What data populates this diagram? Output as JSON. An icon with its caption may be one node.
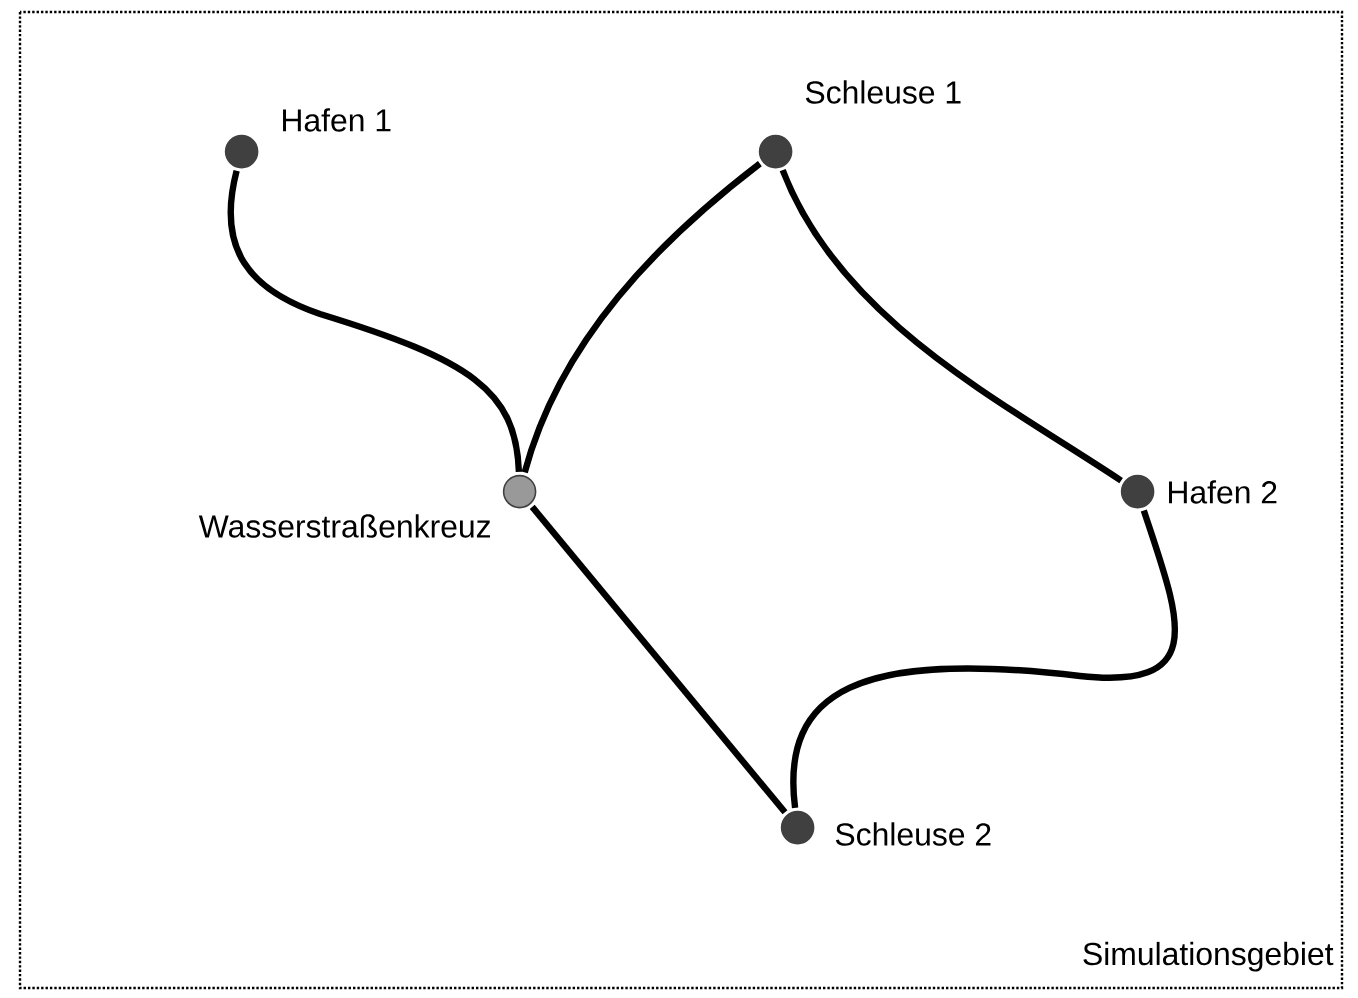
{
  "diagram": {
    "nodes": [
      {
        "text": [
          "Simulationsgebiet"
        ]
      },
      {
        "text": [],
        "shape": "circle",
        "beside": [
          "Hafen 1"
        ],
        "in": 0
      },
      {
        "text": [],
        "shape": "circle",
        "beside": [
          "Schleuse 1"
        ],
        "in": 0
      },
      {
        "text": [],
        "shape": "circle",
        "beside": [
          "Wasserstraßenkreuz"
        ],
        "in": 0
      },
      {
        "text": [],
        "shape": "circle",
        "beside": [
          "Hafen 2"
        ],
        "in": 0
      },
      {
        "text": [],
        "shape": "circle",
        "beside": [
          "Schleuse 2"
        ],
        "in": 0
      }
    ],
    "edges": [
      {
        "from": 1,
        "to": 3,
        "arrow": "none"
      },
      {
        "from": 3,
        "to": 2,
        "arrow": "none"
      },
      {
        "from": 2,
        "to": 4,
        "arrow": "none"
      },
      {
        "from": 4,
        "to": 5,
        "arrow": "none"
      },
      {
        "from": 3,
        "to": 5,
        "arrow": "none"
      }
    ]
  }
}
